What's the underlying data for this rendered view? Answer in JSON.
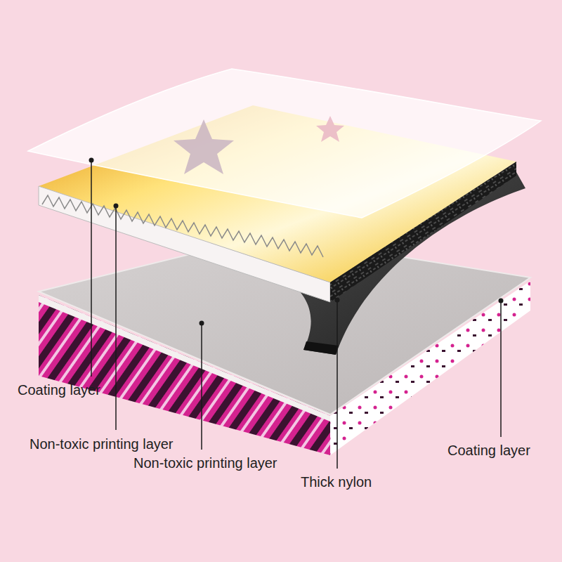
{
  "diagram": {
    "labels": [
      "Coating layer",
      "Non-toxic printing layer",
      "Non-toxic printing layer",
      "Thick nylon",
      "Coating layer"
    ]
  }
}
